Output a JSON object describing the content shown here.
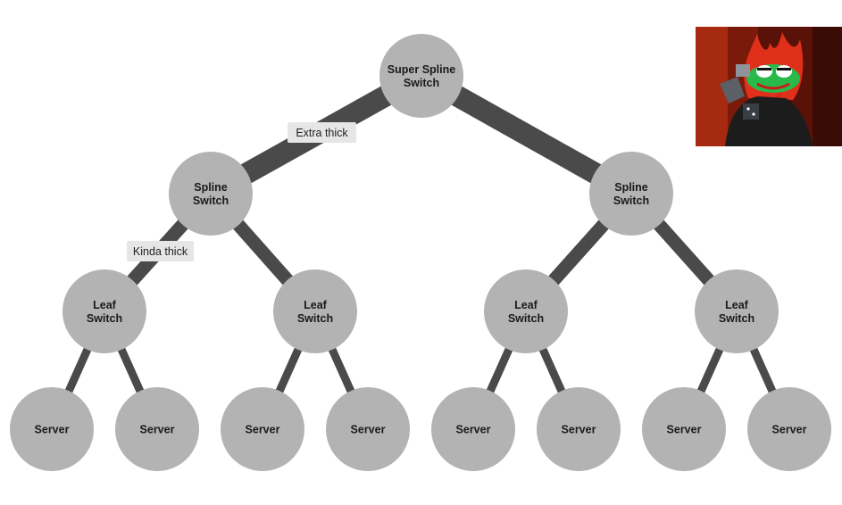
{
  "colors": {
    "node_fill": "#b3b3b3",
    "edge": "#4a4a4a",
    "label_box": "#e6e6e6",
    "text": "#1a1a1a"
  },
  "nodes": {
    "super": {
      "lines": [
        "Super Spline",
        "Switch"
      ]
    },
    "spline_left": {
      "lines": [
        "Spline",
        "Switch"
      ]
    },
    "spline_right": {
      "lines": [
        "Spline",
        "Switch"
      ]
    },
    "leaf_1": {
      "lines": [
        "Leaf",
        "Switch"
      ]
    },
    "leaf_2": {
      "lines": [
        "Leaf",
        "Switch"
      ]
    },
    "leaf_3": {
      "lines": [
        "Leaf",
        "Switch"
      ]
    },
    "leaf_4": {
      "lines": [
        "Leaf",
        "Switch"
      ]
    },
    "server_1": {
      "lines": [
        "Server"
      ]
    },
    "server_2": {
      "lines": [
        "Server"
      ]
    },
    "server_3": {
      "lines": [
        "Server"
      ]
    },
    "server_4": {
      "lines": [
        "Server"
      ]
    },
    "server_5": {
      "lines": [
        "Server"
      ]
    },
    "server_6": {
      "lines": [
        "Server"
      ]
    },
    "server_7": {
      "lines": [
        "Server"
      ]
    },
    "server_8": {
      "lines": [
        "Server"
      ]
    }
  },
  "edges": [
    {
      "from": "super",
      "to": "spline_left",
      "weight": "extra"
    },
    {
      "from": "super",
      "to": "spline_right",
      "weight": "extra"
    },
    {
      "from": "spline_left",
      "to": "leaf_1",
      "weight": "kinda"
    },
    {
      "from": "spline_left",
      "to": "leaf_2",
      "weight": "kinda"
    },
    {
      "from": "spline_right",
      "to": "leaf_3",
      "weight": "kinda"
    },
    {
      "from": "spline_right",
      "to": "leaf_4",
      "weight": "kinda"
    },
    {
      "from": "leaf_1",
      "to": "server_1",
      "weight": "thin"
    },
    {
      "from": "leaf_1",
      "to": "server_2",
      "weight": "thin"
    },
    {
      "from": "leaf_2",
      "to": "server_3",
      "weight": "thin"
    },
    {
      "from": "leaf_2",
      "to": "server_4",
      "weight": "thin"
    },
    {
      "from": "leaf_3",
      "to": "server_5",
      "weight": "thin"
    },
    {
      "from": "leaf_3",
      "to": "server_6",
      "weight": "thin"
    },
    {
      "from": "leaf_4",
      "to": "server_7",
      "weight": "thin"
    },
    {
      "from": "leaf_4",
      "to": "server_8",
      "weight": "thin"
    }
  ],
  "edge_labels": {
    "extra": "Extra thick",
    "kinda": "Kinda thick"
  },
  "image": {
    "description_icon": "cartoon-character-image"
  }
}
